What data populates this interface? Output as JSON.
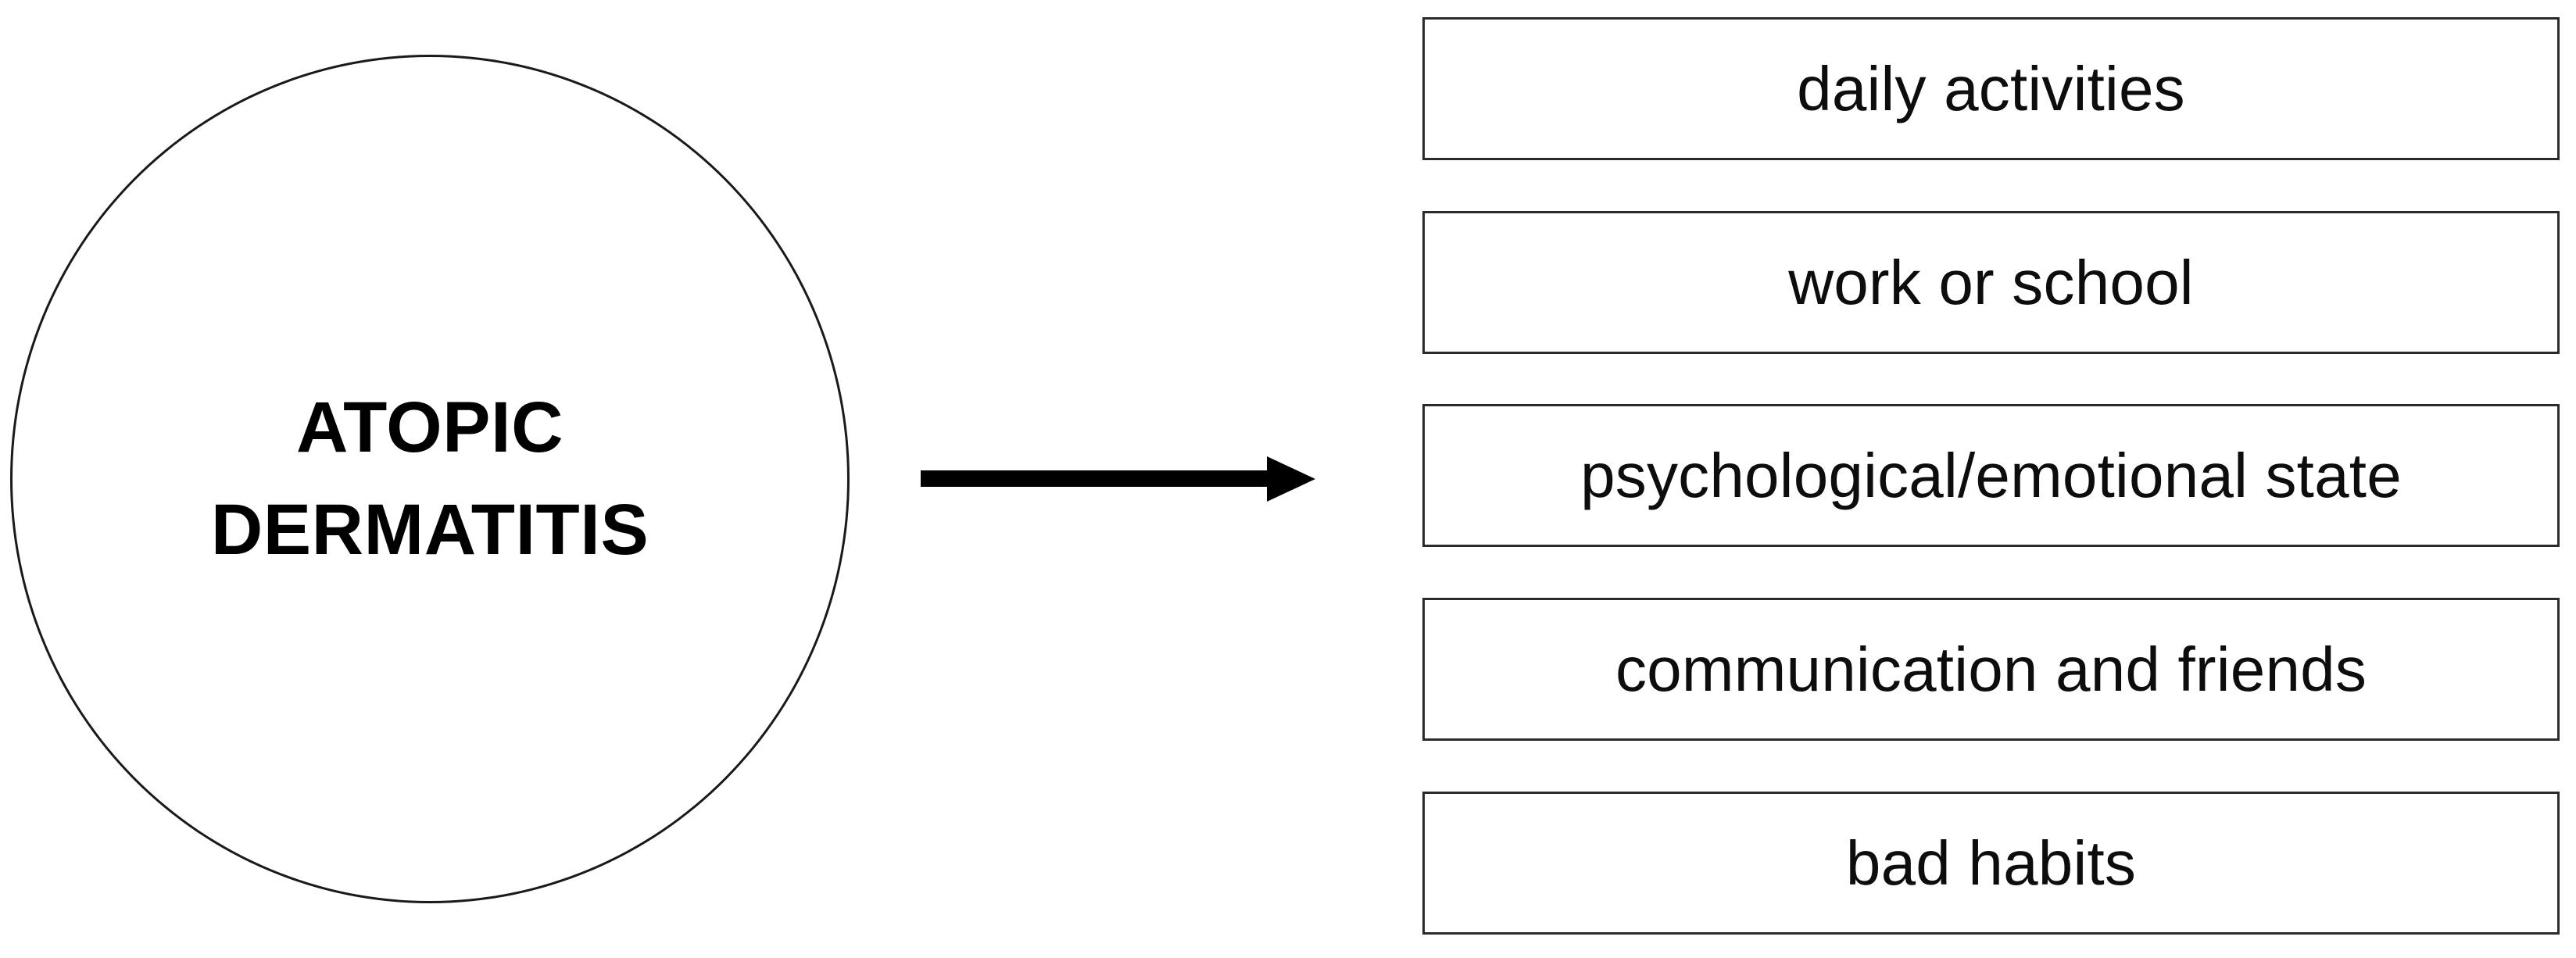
{
  "diagram": {
    "type": "concept-flow",
    "title": "",
    "source_node": {
      "shape": "circle",
      "lines": [
        "ATOPIC",
        "DERMATITIS"
      ],
      "line1": "ATOPIC",
      "line2": "DERMATITIS",
      "text_weight": "bold",
      "border_color": "#1a1a1a",
      "fill_color": "#ffffff"
    },
    "connector": {
      "icon": "right-arrow-icon",
      "direction": "right",
      "color": "#000000"
    },
    "targets": {
      "shape": "rectangle",
      "border_color": "#2b2b2b",
      "fill_color": "#ffffff",
      "text_color": "#0d0d0d",
      "items": [
        {
          "label": "daily activities"
        },
        {
          "label": "work or school"
        },
        {
          "label": "psychological/emotional state"
        },
        {
          "label": "communication and friends"
        },
        {
          "label": "bad habits"
        }
      ]
    }
  }
}
